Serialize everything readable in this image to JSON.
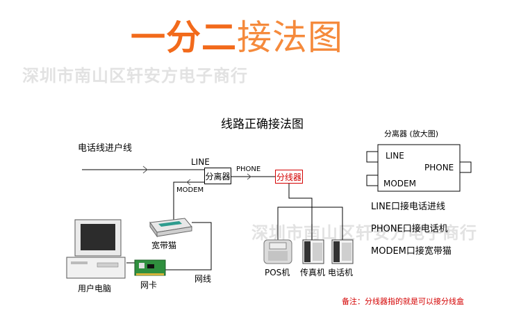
{
  "title": {
    "bold": "一分二",
    "light": "接法图"
  },
  "watermark": "深圳市南山区轩安方电子商行",
  "diagram_title": "线路正确接法图",
  "incoming_line_label": "电话线进户线",
  "splitter": {
    "name": "分离器",
    "line": "LINE",
    "phone": "PHONE",
    "modem": "MODEM"
  },
  "line_splitter": "分线器",
  "devices": {
    "broadband_cat": "宽带猫",
    "user_pc": "用户电脑",
    "nic": "网卡",
    "network_cable": "网线",
    "pos": "POS机",
    "fax": "传真机",
    "phone": "电话机"
  },
  "zoom": {
    "title": "分离器 (放大图)",
    "line": "LINE",
    "phone": "PHONE",
    "modem": "MODEM"
  },
  "legend": [
    "LINE口接电话进线",
    "PHONE口接电话机",
    "MODEM口接宽带猫"
  ],
  "note": "备注：分线器指的就是可以接分线盒"
}
